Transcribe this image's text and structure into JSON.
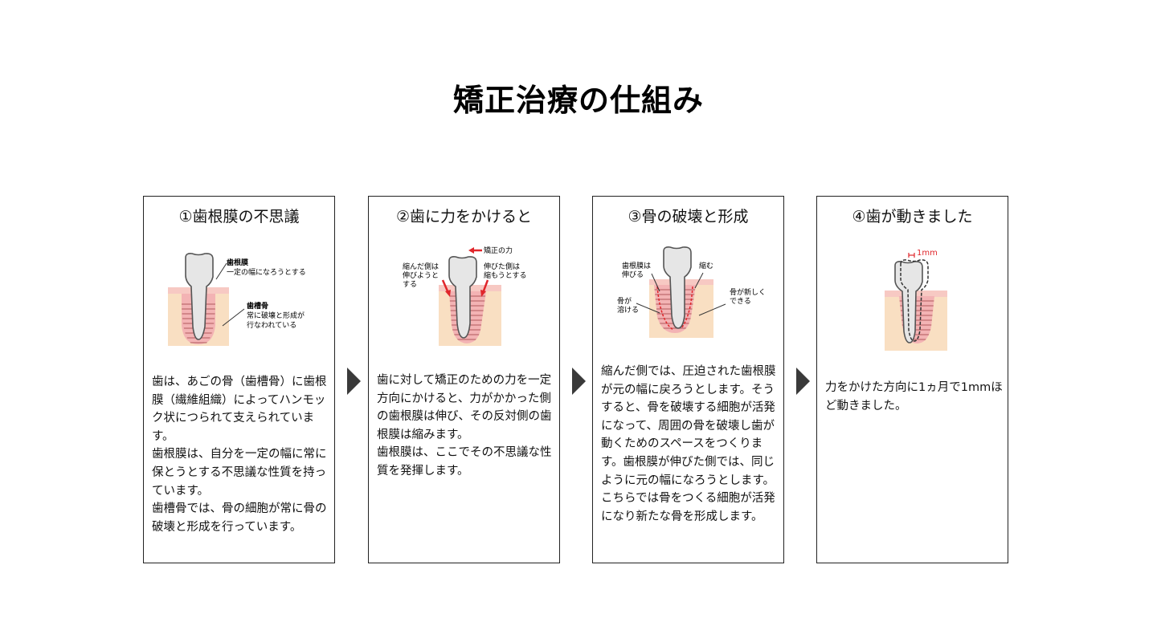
{
  "title": "矯正治療の仕組み",
  "colors": {
    "bone": "#f9dfc2",
    "gum": "#f3b3b4",
    "ligament_lines": "#b0595d",
    "arrow_red": "#e0262b"
  },
  "cards": [
    {
      "title": "①歯根膜の不思議",
      "labels": {
        "l1_bold": "歯根膜",
        "l1": "一定の幅になろうとする",
        "l2_bold": "歯槽骨",
        "l2a": "常に破壊と形成が",
        "l2b": "行なわれている"
      },
      "paragraphs": [
        "歯は、あごの骨（歯槽骨）に歯根膜（繊維組織）によってハンモック状につられて支えられています。",
        "歯根膜は、自分を一定の幅に常に保とうとする不思議な性質を持っています。",
        "歯槽骨では、骨の細胞が常に骨の破壊と形成を行っています。"
      ]
    },
    {
      "title": "②歯に力をかけると",
      "labels": {
        "force": "矯正の力",
        "left_a": "縮んだ側は",
        "left_b": "伸びようと",
        "left_c": "する",
        "right_a": "伸びた側は",
        "right_b": "縮もうとする"
      },
      "paragraphs": [
        "歯に対して矯正のための力を一定方向にかけると、力がかかった側の歯根膜は伸び、その反対側の歯根膜は縮みます。",
        "歯根膜は、ここでその不思議な性質を発揮します。"
      ]
    },
    {
      "title": "③骨の破壊と形成",
      "labels": {
        "a1": "歯根膜は",
        "a2": "伸びる",
        "b1": "縮む",
        "c1": "骨が",
        "c2": "溶ける",
        "d1": "骨が新しく",
        "d2": "できる"
      },
      "paragraphs": [
        "縮んだ側では、圧迫された歯根膜が元の幅に戻ろうとします。そうすると、骨を破壊する細胞が活発になって、周囲の骨を破壊し歯が動くためのスペースをつくります。歯根膜が伸びた側では、同じように元の幅になろうとします。こちらでは骨をつくる細胞が活発になり新たな骨を形成します。"
      ]
    },
    {
      "title": "④歯が動きました",
      "labels": {
        "mm": "1mm"
      },
      "paragraphs": [
        "力をかけた方向に1ヵ月で1mmほど動きました。"
      ]
    }
  ]
}
